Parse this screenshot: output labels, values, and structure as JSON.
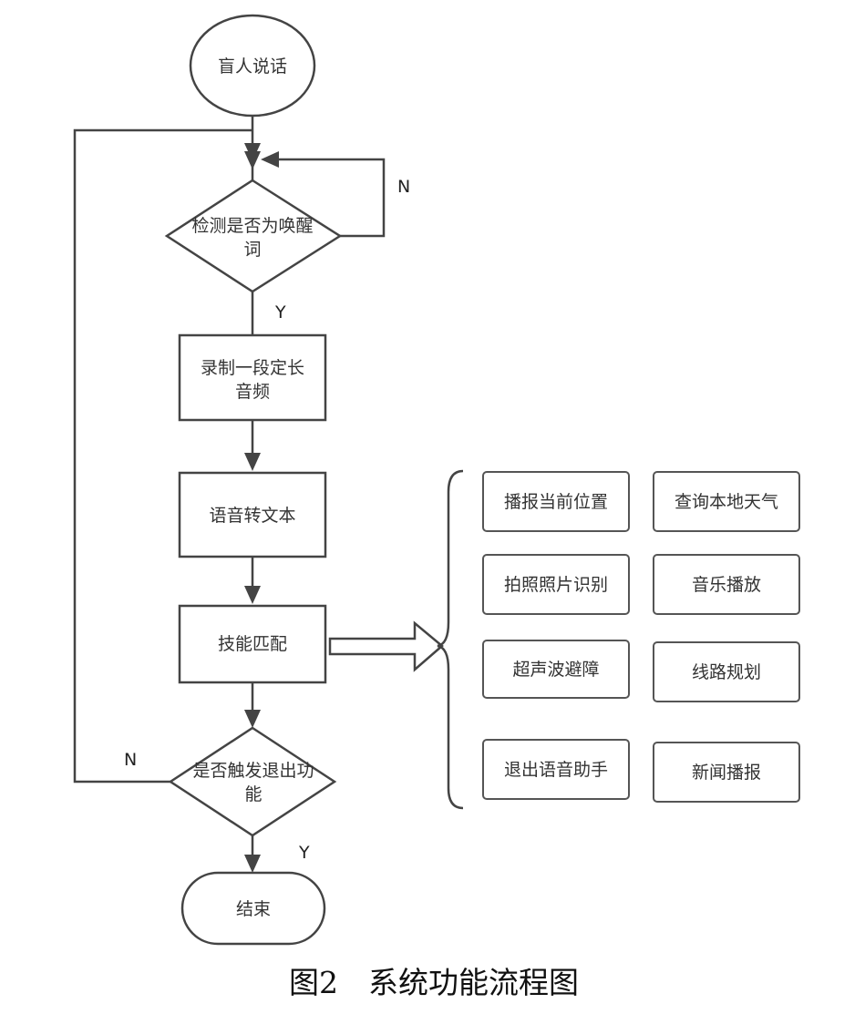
{
  "flow": {
    "start": "盲人说话",
    "detect_line1": "检测是否为唤醒",
    "detect_line2": "词",
    "record_line1": "录制一段定长",
    "record_line2": "音频",
    "stt": "语音转文本",
    "match": "技能匹配",
    "exit_line1": "是否触发退出功",
    "exit_line2": "能",
    "end": "结束"
  },
  "labels": {
    "detect_no": "N",
    "detect_yes": "Y",
    "exit_no": "N",
    "exit_yes": "Y"
  },
  "skills": [
    "播报当前位置",
    "查询本地天气",
    "拍照照片识别",
    "音乐播放",
    "超声波避障",
    "线路规划",
    "退出语音助手",
    "新闻播报"
  ],
  "caption": "图2　系统功能流程图"
}
